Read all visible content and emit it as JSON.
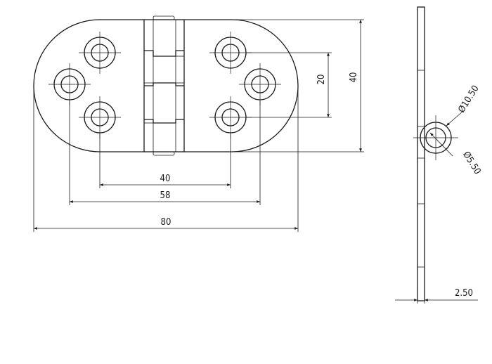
{
  "dimensions": {
    "hole_spacing_inner": "40",
    "hole_spacing_outer": "58",
    "overall_length": "80",
    "hole_vertical_spacing": "20",
    "overall_height": "40",
    "knuckle_diameter": "Ø10.50",
    "pin_diameter": "Ø5.50",
    "plate_thickness": "2.50"
  },
  "colors": {
    "line": "#1a1a1a",
    "background": "#ffffff"
  }
}
